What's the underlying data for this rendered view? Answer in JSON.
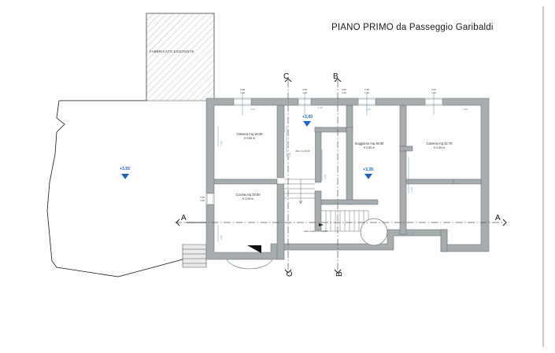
{
  "title": "PIANO PRIMO da Passeggio Garibaldi",
  "existing_building": {
    "label": "FABBRICATO ESISTENTE"
  },
  "rooms": [
    {
      "name": "Camera mq 19,00",
      "height": "H 2,65 m"
    },
    {
      "name": "Cucina mq 20,50",
      "height": "H 3,05 m"
    },
    {
      "name": "Soggiorno mq 36,90",
      "height": "H 2,85 m"
    },
    {
      "name": "Camera mq 32,70",
      "height": "H 2,65 m"
    }
  ],
  "annotations": {
    "stair_small": "disp. mq 5,00",
    "stair_bottom": "vano scala incl h 2,20"
  },
  "elevations": [
    {
      "value": "+3,55"
    },
    {
      "value": "+3,60"
    },
    {
      "value": "+3,35"
    }
  ],
  "section_marks": {
    "a_left": "A",
    "a_right": "A",
    "b_top": "B",
    "b_bottom": "B",
    "c_top": "C",
    "c_bottom": "C"
  },
  "window_dims": [
    {
      "w": "0,90",
      "h": "1,40"
    },
    {
      "w": "0,90",
      "h": "1,40"
    },
    {
      "w": "0,90",
      "h": "1,40"
    },
    {
      "w": "0,90",
      "h": "1,40"
    },
    {
      "w": "0,90",
      "h": "1,40"
    },
    {
      "w": "0,90",
      "h": "1,40"
    }
  ],
  "wall_dims": {
    "r1_top": "4,20",
    "r1_left": "4,20",
    "stair_top": "1,45",
    "stair_right": "3,45",
    "r3_top": "4,60",
    "r4_top": "4,60",
    "r4_left": "4,20",
    "r4_left2": "3,00",
    "cucina_left": "3,20",
    "door_w": "0,90",
    "door_h": "1,95"
  },
  "colors": {
    "wall": "#a7acaf",
    "wall_stroke": "#6e7477",
    "blue": "#1d63c4",
    "dim_blue": "#6f93bd",
    "line": "#1a1a1a",
    "hatch": "#9aa0a6"
  }
}
